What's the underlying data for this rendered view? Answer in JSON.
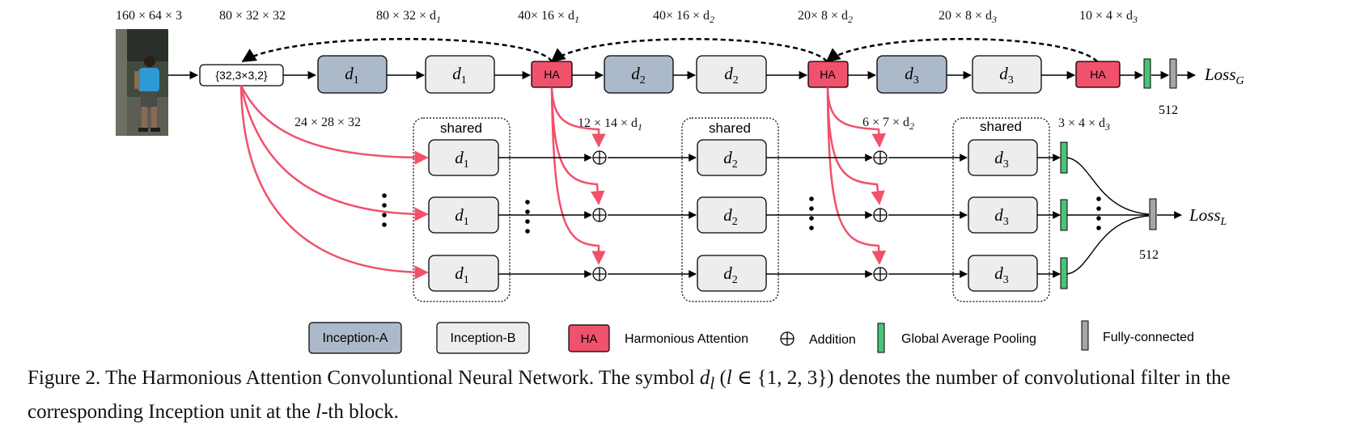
{
  "dims": {
    "input": "160 × 64 × 3",
    "conv1": "80 × 32 × 32",
    "a1": "80 × 32 × d",
    "a1_sub": "1",
    "b1": "40× 16 × d",
    "b1_sub": "1",
    "a2": "40× 16 × d",
    "a2_sub": "2",
    "b2": "20× 8 × d",
    "b2_sub": "2",
    "a3": "20 × 8 × d",
    "a3_sub": "3",
    "b3": "10 × 4 × d",
    "b3_sub": "3"
  },
  "stem_label": "{32,3×3,2}",
  "unit_d1": "d",
  "unit_d1_sub": "1",
  "unit_d2": "d",
  "unit_d2_sub": "2",
  "unit_d3": "d",
  "unit_d3_sub": "3",
  "ha_label": "HA",
  "loss_g": "Loss",
  "loss_g_sub": "G",
  "loss_l": "Loss",
  "loss_l_sub": "L",
  "fc_dim_global": "512",
  "fc_dim_local": "512",
  "shared_label": "shared",
  "local_dims": {
    "crop": "24 × 28 × 32",
    "s1": "12 × 14 × d",
    "s1_sub": "1",
    "s2": "6 × 7 × d",
    "s2_sub": "2",
    "s3": "3 × 4 × d",
    "s3_sub": "3"
  },
  "legend": {
    "inception_a": "Inception-A",
    "inception_b": "Inception-B",
    "ha": "HA",
    "harmonious_attention": "Harmonious Attention",
    "addition": "Addition",
    "gap": "Global Average Pooling",
    "fc": "Fully-connected"
  },
  "caption": {
    "prefix": "Figure 2.  The Harmonious Attention Convoluntional Neural Network. The symbol ",
    "sym": "d",
    "sym_sub": "l",
    "paren_open": " (",
    "var": "l",
    "set": " ∈ {1, 2, 3}",
    "paren_close": ")",
    "middle": " denotes the number of convolutional filter in the corresponding Inception unit at the ",
    "var2": "l",
    "suffix": "-th block."
  },
  "colors": {
    "inception_a": "#acb9ca",
    "inception_b": "#ededed",
    "ha": "#f0516b",
    "gap": "#4bc27a",
    "fc": "#a6a6a6",
    "red_arrow": "#f0516b"
  }
}
